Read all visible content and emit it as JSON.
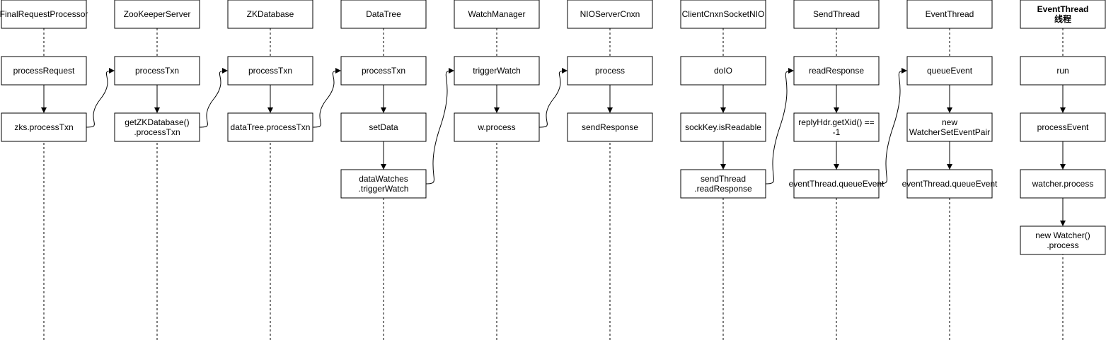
{
  "colors": {
    "stroke": "#000000",
    "fill": "#ffffff",
    "text": "#000000"
  },
  "lanes": [
    {
      "id": "frp",
      "header": [
        "FinalRequestProcessor"
      ],
      "bold": false,
      "boxes": [
        [
          "processRequest"
        ],
        [
          "zks.processTxn"
        ]
      ]
    },
    {
      "id": "zks",
      "header": [
        "ZooKeeperServer"
      ],
      "bold": false,
      "boxes": [
        [
          "processTxn"
        ],
        [
          "getZKDatabase()",
          ".processTxn"
        ]
      ]
    },
    {
      "id": "zkdb",
      "header": [
        "ZKDatabase"
      ],
      "bold": false,
      "boxes": [
        [
          "processTxn"
        ],
        [
          "dataTree.processTxn"
        ]
      ]
    },
    {
      "id": "dt",
      "header": [
        "DataTree"
      ],
      "bold": false,
      "boxes": [
        [
          "processTxn"
        ],
        [
          "setData"
        ],
        [
          "dataWatches",
          ".triggerWatch"
        ]
      ]
    },
    {
      "id": "wm",
      "header": [
        "WatchManager"
      ],
      "bold": false,
      "boxes": [
        [
          "triggerWatch"
        ],
        [
          "w.process"
        ]
      ]
    },
    {
      "id": "nio",
      "header": [
        "NIOServerCnxn"
      ],
      "bold": false,
      "boxes": [
        [
          "process"
        ],
        [
          "sendResponse"
        ]
      ]
    },
    {
      "id": "ccsn",
      "header": [
        "ClientCnxnSocketNIO"
      ],
      "bold": false,
      "boxes": [
        [
          "doIO"
        ],
        [
          "sockKey.isReadable"
        ],
        [
          "sendThread",
          ".readResponse"
        ]
      ]
    },
    {
      "id": "st",
      "header": [
        "SendThread"
      ],
      "bold": false,
      "boxes": [
        [
          "readResponse"
        ],
        [
          "replyHdr.getXid() ==",
          "-1"
        ],
        [
          "eventThread.queueEvent"
        ]
      ]
    },
    {
      "id": "et",
      "header": [
        "EventThread"
      ],
      "bold": false,
      "boxes": [
        [
          "queueEvent"
        ],
        [
          "new",
          "WatcherSetEventPair"
        ],
        [
          "eventThread.queueEvent"
        ]
      ]
    },
    {
      "id": "etx",
      "header": [
        "EventThread",
        "线程"
      ],
      "bold": true,
      "boxes": [
        [
          "run"
        ],
        [
          "processEvent"
        ],
        [
          "watcher.process"
        ],
        [
          "new Watcher()",
          ".process"
        ]
      ]
    }
  ],
  "cross_links": [
    {
      "from": "frp:1",
      "to": "zks:0"
    },
    {
      "from": "zks:1",
      "to": "zkdb:0"
    },
    {
      "from": "zkdb:1",
      "to": "dt:0"
    },
    {
      "from": "dt:2",
      "to": "wm:0"
    },
    {
      "from": "wm:1",
      "to": "nio:0"
    },
    {
      "from": "ccsn:2",
      "to": "st:0"
    },
    {
      "from": "st:2",
      "to": "et:0"
    }
  ]
}
